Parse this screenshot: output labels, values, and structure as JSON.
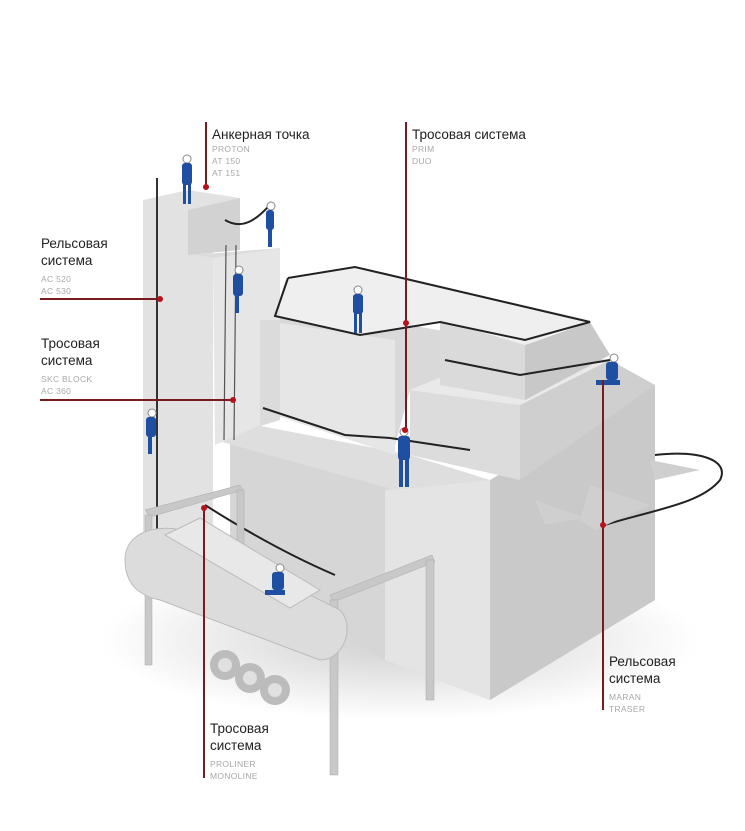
{
  "callouts": [
    {
      "title": "Анкерная точка",
      "products": [
        "PROTON",
        "AT 150",
        "AT 151"
      ]
    },
    {
      "title": "Тросовая система",
      "products": [
        "PRIM",
        "DUO"
      ]
    },
    {
      "title": "Рельсовая система",
      "products": [
        "AC 520",
        "AC 530"
      ]
    },
    {
      "title": "Тросовая система",
      "products": [
        "SKC BLOCK",
        "AC 360"
      ]
    },
    {
      "title": "Тросовая система",
      "products": [
        "PROLINER",
        "MONOLINE"
      ]
    },
    {
      "title": "Рельсовая система",
      "products": [
        "MARAN",
        "TRASER"
      ]
    }
  ],
  "colors": {
    "accent": "#b5121b",
    "line": "#7a1a1f",
    "worker": "#1f4fa0",
    "harness": "#d9e021"
  }
}
